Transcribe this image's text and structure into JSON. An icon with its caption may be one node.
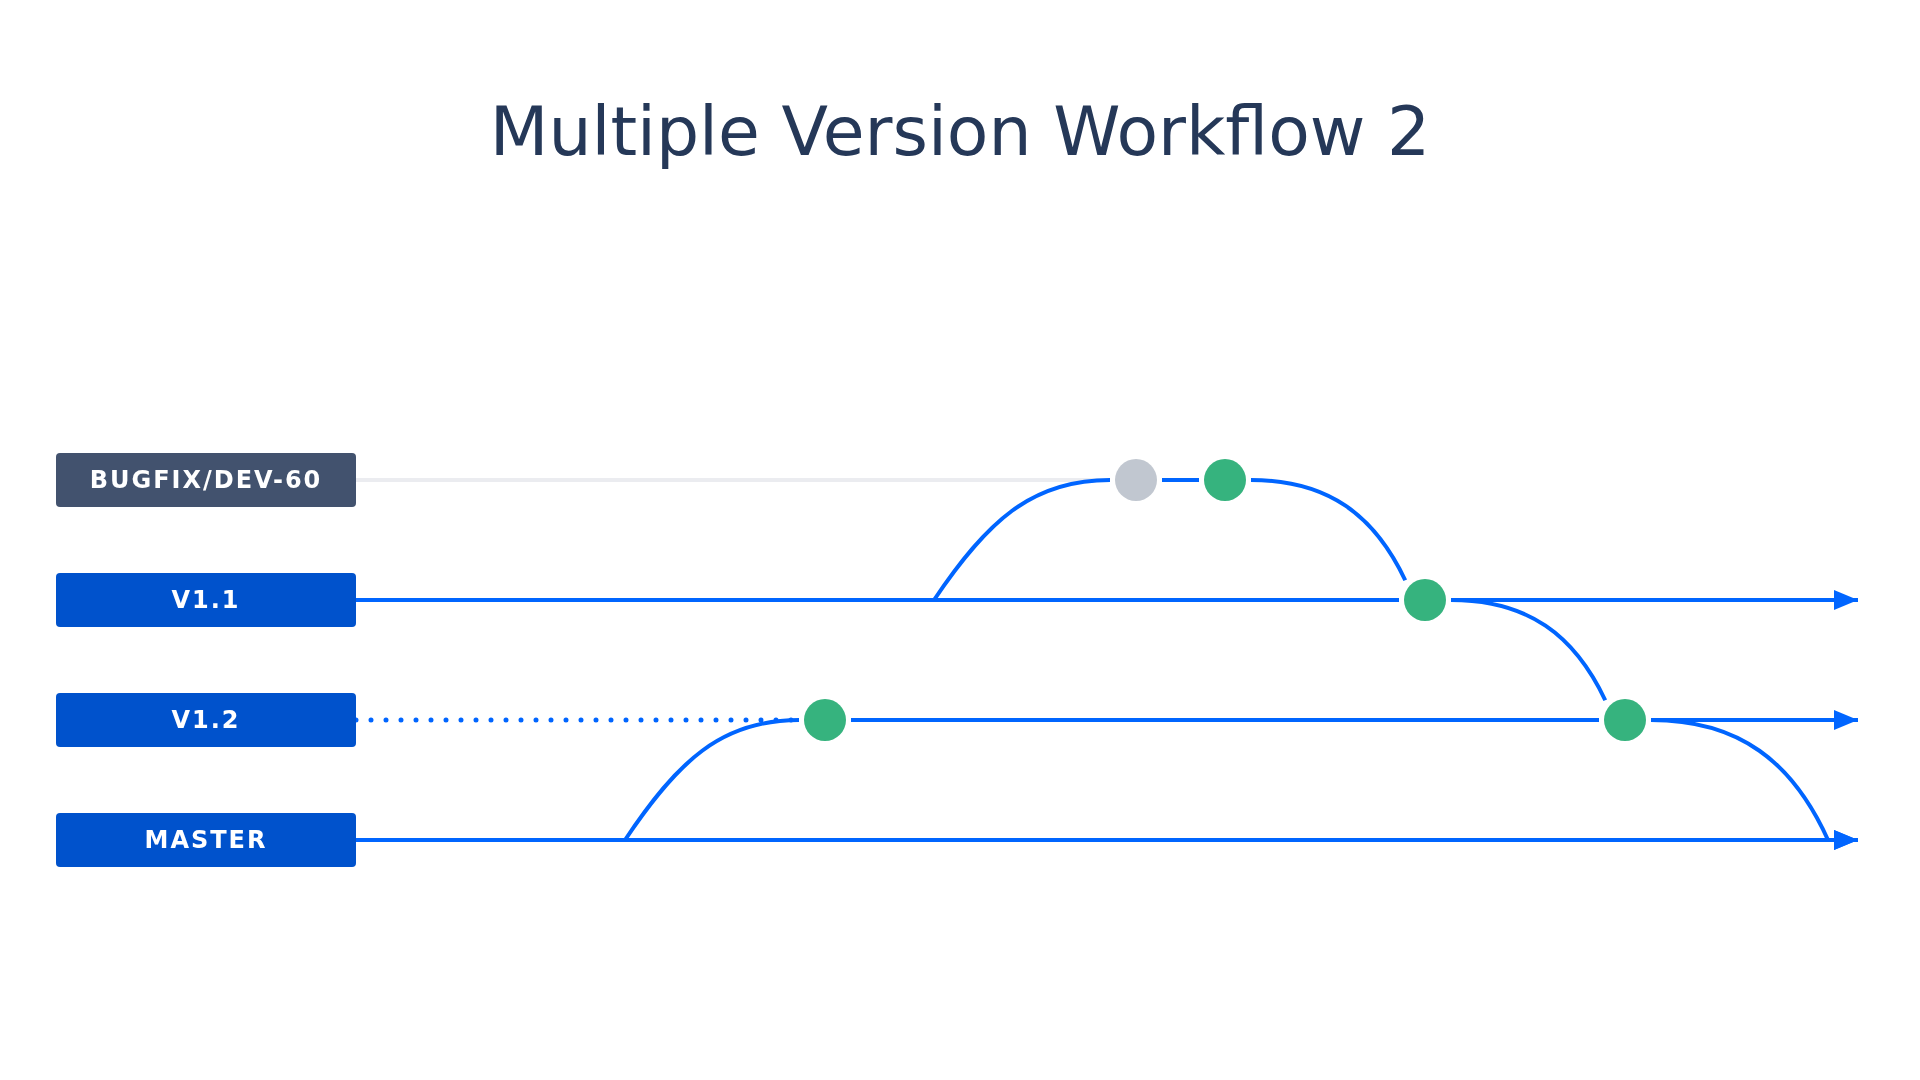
{
  "diagram": {
    "title": "Multiple Version Workflow 2",
    "nodes": [
      {
        "text": [
          "BUGFIX/DEV-60"
        ]
      },
      {
        "text": [
          "V1.1"
        ]
      },
      {
        "text": [
          "V1.2"
        ]
      },
      {
        "text": [
          "MASTER"
        ]
      },
      {
        "text": [],
        "shape": "circle"
      },
      {
        "text": [],
        "shape": "circle"
      },
      {
        "text": [],
        "shape": "circle"
      },
      {
        "text": [],
        "shape": "circle"
      },
      {
        "text": [],
        "shape": "circle"
      }
    ],
    "edges": [
      {
        "from": 0,
        "to": 5,
        "arrow": "none",
        "color": "#ebecf0"
      },
      {
        "from": 5,
        "to": 6,
        "arrow": "none"
      },
      {
        "from": 1,
        "to": 5,
        "arrow": "none"
      },
      {
        "from": 6,
        "to": 7,
        "arrow": "none"
      },
      {
        "from": 1,
        "to": 7,
        "arrow": "none"
      },
      {
        "from": 7,
        "to": null,
        "arrow": "to"
      },
      {
        "from": 7,
        "to": 8,
        "arrow": "none"
      },
      {
        "from": 2,
        "to": 4,
        "arrow": "none",
        "style": "dashed"
      },
      {
        "from": 3,
        "to": 4,
        "arrow": "none"
      },
      {
        "from": 4,
        "to": 8,
        "arrow": "none"
      },
      {
        "from": 8,
        "to": null,
        "arrow": "to"
      },
      {
        "from": 3,
        "to": null,
        "arrow": "to"
      },
      {
        "from": 8,
        "to": null,
        "arrow": "to"
      }
    ]
  }
}
